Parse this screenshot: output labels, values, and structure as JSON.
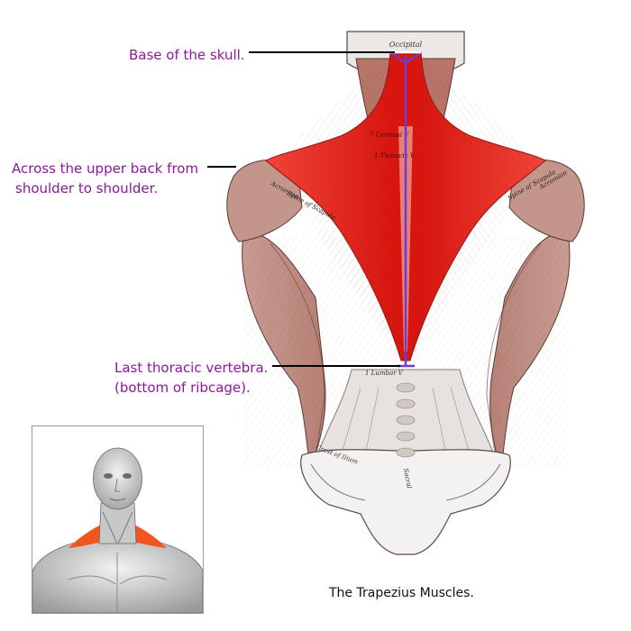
{
  "labels": {
    "skull": "Base of the skull.",
    "upper_line1": "Across the upper back from",
    "upper_line2": "shoulder to shoulder.",
    "lower_line1": "Last thoracic vertebra.",
    "lower_line2": "(bottom of ribcage)."
  },
  "caption": "The Trapezius Muscles.",
  "figure_text": {
    "occipital": "Occipital",
    "cervical": "7 Cervical V",
    "thoracic": "1 Thoracic V",
    "lumbar": "1 Lumbar V",
    "acromion_left": "Acromion",
    "acromion_right": "Acromion",
    "spine_left": "Spine of Scapula",
    "spine_right": "Spine of Scapula",
    "crest_left": "Crest of Ilium",
    "sacral": "Sacral"
  },
  "colors": {
    "label": "#8b1a9a",
    "trapezius": "#e8231e",
    "muscle": "#b87a70",
    "pointer_line": "#000000",
    "midline": "#6b3fc8",
    "inset_highlight": "#f2561d"
  }
}
